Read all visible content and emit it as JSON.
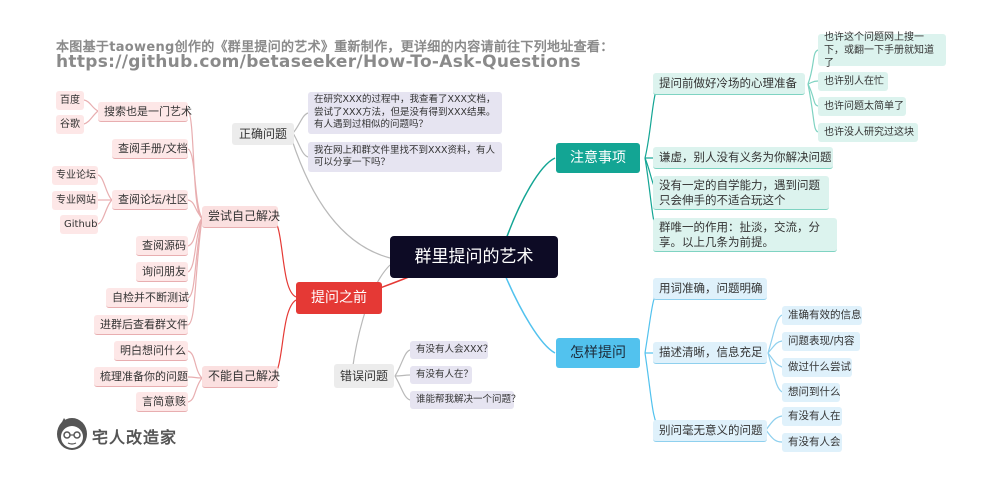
{
  "header": {
    "line1": "本图基于taoweng创作的《群里提问的艺术》重新制作，更详细的内容请前往下列地址查看：",
    "line2": "https://github.com/betaseeker/How-To-Ask-Questions"
  },
  "center": "群里提问的艺术",
  "branches": {
    "before": {
      "label": "提问之前",
      "try_self": {
        "label": "尝试自己解决",
        "search": {
          "label": "搜索也是一门艺术",
          "children": [
            "百度",
            "谷歌"
          ]
        },
        "manual": "查阅手册/文档",
        "forum": {
          "label": "查阅论坛/社区",
          "children": [
            "专业论坛",
            "专业网站",
            "Github"
          ]
        },
        "source": "查阅源码",
        "friends": "询问朋友",
        "selftest": "自检并不断测试",
        "groupfile": "进群后查看群文件"
      },
      "cannot_self": {
        "label": "不能自己解决",
        "children": [
          "明白想问什么",
          "梳理准备你的问题",
          "言简意赅"
        ]
      }
    },
    "correct": {
      "label": "正确问题",
      "examples": [
        "在研究XXX的过程中，我查看了XXX文档，尝试了XXX方法，但是没有得到XXX结果。有人遇到过相似的问题吗？",
        "我在网上和群文件里找不到XXX资料，有人可以分享一下吗？"
      ]
    },
    "wrong": {
      "label": "错误问题",
      "examples": [
        "有没有人会XXX？",
        "有没有人在？",
        "谁能帮我解决一个问题？"
      ]
    },
    "notes": {
      "label": "注意事项",
      "mindset": {
        "label": "提问前做好冷场的心理准备",
        "children": [
          "也许这个问题网上搜一下，或翻一下手册就知道了",
          "也许别人在忙",
          "也许问题太简单了",
          "也许没人研究过这块"
        ]
      },
      "humble": "谦虚，别人没有义务为你解决问题",
      "learning": "没有一定的自学能力，遇到问题只会伸手的不适合玩这个",
      "purpose": "群唯一的作用：扯淡，交流，分享。以上几条为前提。"
    },
    "how": {
      "label": "怎样提问",
      "precise": "用词准确，问题明确",
      "describe": {
        "label": "描述清晰，信息充足",
        "children": [
          "准确有效的信息",
          "问题表现/内容",
          "做过什么尝试",
          "想问到什么"
        ]
      },
      "nonsense": {
        "label": "别问毫无意义的问题",
        "children": [
          "有没有人在",
          "有没有人会"
        ]
      }
    }
  },
  "logo": "宅人改造家",
  "colors": {
    "red": "#e53935",
    "teal": "#13a594",
    "blue": "#52c2ee",
    "center": "#0d0b25"
  }
}
